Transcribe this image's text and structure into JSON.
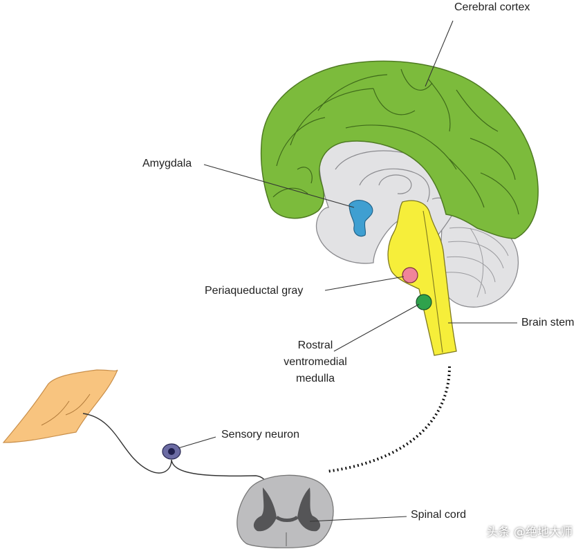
{
  "labels": {
    "cerebral_cortex": "Cerebral cortex",
    "amygdala": "Amygdala",
    "periaqueductal_gray": "Periaqueductal gray",
    "brain_stem": "Brain stem",
    "rvm_line1": "Rostral",
    "rvm_line2": "ventromedial",
    "rvm_line3": "medulla",
    "sensory_neuron": "Sensory neuron",
    "spinal_cord": "Spinal cord"
  },
  "watermark": "头条 @绝地大师",
  "colors": {
    "cortex_green": "#7cbb3c",
    "cortex_outline": "#4e7a22",
    "brainstem_yellow": "#f6ee3a",
    "amygdala_blue": "#3f9fd1",
    "pag_pink": "#f0849a",
    "rvm_green": "#2fa24c",
    "tissue_gray": "#e2e2e4",
    "skin_orange": "#f8c47f",
    "neuron_purple": "#3d3d79",
    "spinal_dark": "#555557",
    "spinal_light": "#bdbdbf"
  }
}
